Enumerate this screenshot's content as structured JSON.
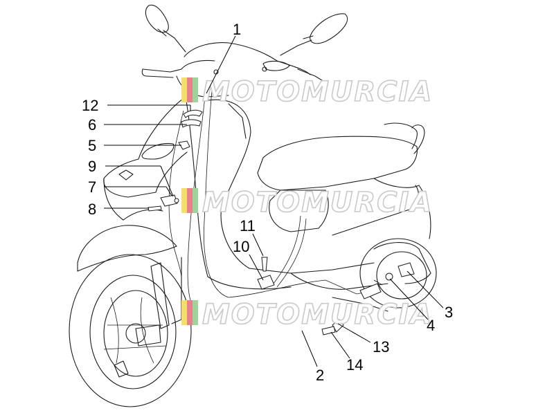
{
  "watermark": {
    "text": "MOTOMURCIA",
    "colors": {
      "stripe_yellow": "#f3df6b",
      "stripe_red": "#e8818a",
      "stripe_green": "#9fd39a",
      "outline": "#c9c9c9"
    }
  },
  "callouts": [
    {
      "id": "1",
      "label": "1"
    },
    {
      "id": "2",
      "label": "2"
    },
    {
      "id": "3",
      "label": "3"
    },
    {
      "id": "4",
      "label": "4"
    },
    {
      "id": "5",
      "label": "5"
    },
    {
      "id": "6",
      "label": "6"
    },
    {
      "id": "7",
      "label": "7"
    },
    {
      "id": "8",
      "label": "8"
    },
    {
      "id": "9",
      "label": "9"
    },
    {
      "id": "10",
      "label": "10"
    },
    {
      "id": "11",
      "label": "11"
    },
    {
      "id": "12",
      "label": "12"
    },
    {
      "id": "13",
      "label": "13"
    },
    {
      "id": "14",
      "label": "14"
    }
  ]
}
